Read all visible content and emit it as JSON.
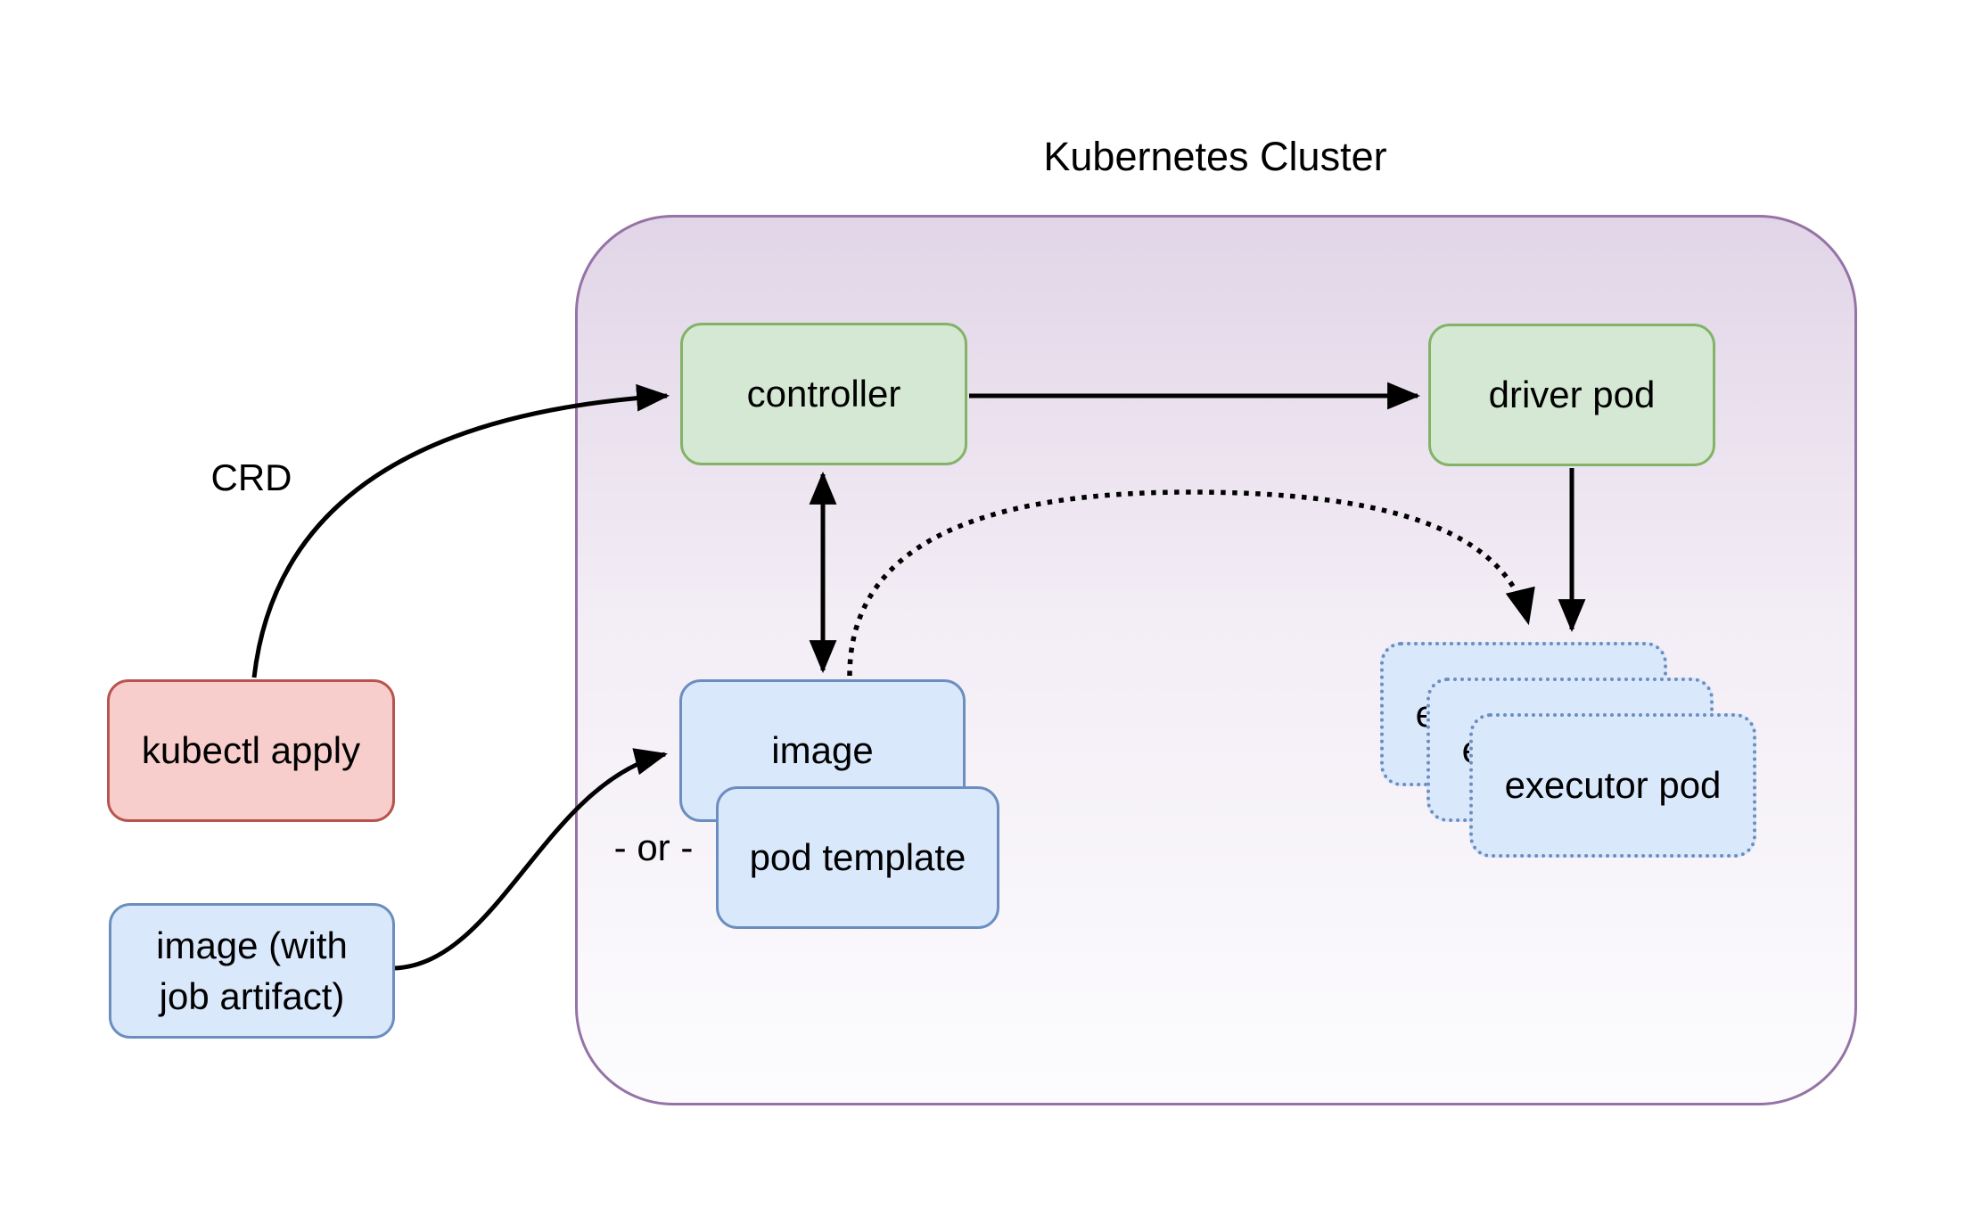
{
  "diagram": {
    "title": "Kubernetes Cluster",
    "nodes": {
      "kubectl_apply": {
        "label": "kubectl apply"
      },
      "image_with_artifact": {
        "label_line1": "image (with",
        "label_line2": "job artifact)"
      },
      "controller": {
        "label": "controller"
      },
      "driver_pod": {
        "label": "driver pod"
      },
      "image": {
        "label": "image"
      },
      "pod_template": {
        "label": "pod template"
      },
      "executor_back": {
        "label": "executor pod"
      },
      "executor_middle": {
        "label": "executor pod"
      },
      "executor_front": {
        "label": "executor pod"
      }
    },
    "labels": {
      "crd": "CRD",
      "or": "- or -"
    },
    "colors": {
      "cluster_border": "#9673a6",
      "cluster_fill_top": "#e1d5e7",
      "cluster_fill_bottom": "#fcfcfe",
      "green_fill": "#d5e8d4",
      "green_border": "#82b366",
      "blue_fill": "#dae8fc",
      "blue_border": "#6c8ebf",
      "red_fill": "#f8cecc",
      "red_border": "#b85450",
      "arrow": "#000000",
      "text": "#000000"
    }
  }
}
